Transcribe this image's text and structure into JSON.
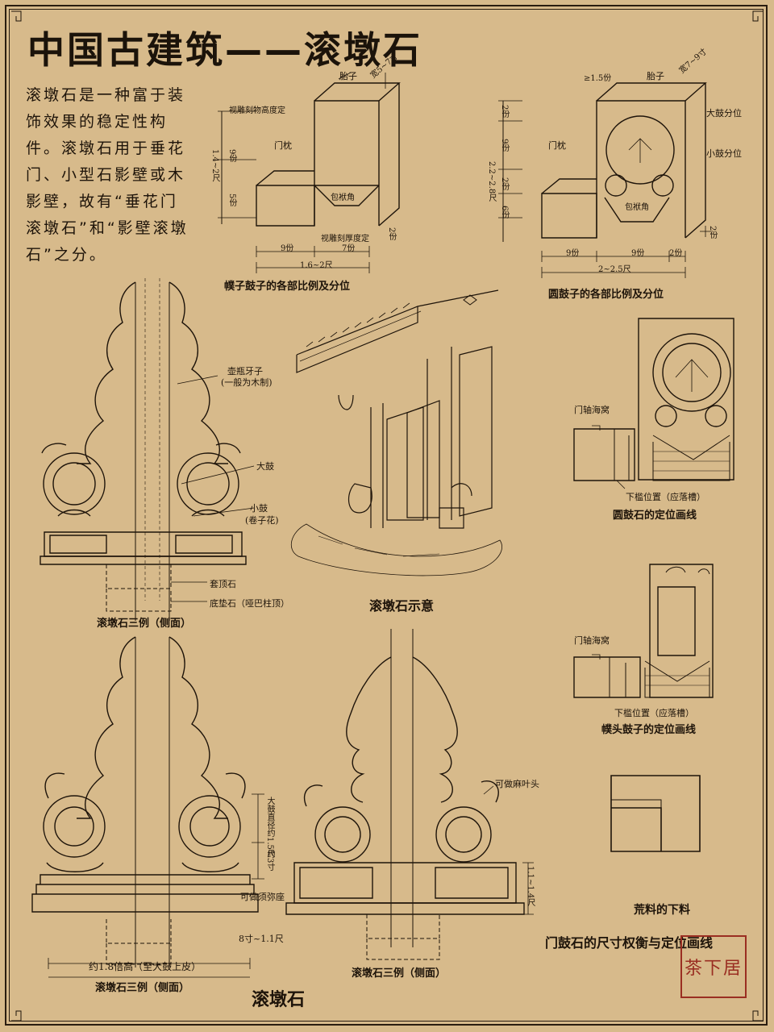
{
  "title": "中国古建筑——滚墩石",
  "intro": "滚墩石是一种富于装饰效果的稳定性构件。滚墩石用于垂花门、小型石影壁或木影壁，故有“垂花门滚墩石”和“影壁滚墩石”之分。",
  "colors": {
    "paper": "#d7ba8b",
    "ink": "#1e140a",
    "seal": "#9a2e22"
  },
  "fig1": {
    "caption": "幞子鼓子的各部比例及分位",
    "labels": {
      "taizi": "胎子",
      "width": "宽5~7寸",
      "carve_depth": "视雕刻物高度定",
      "menzhen": "门枕",
      "baofu": "包袱角",
      "carve_thick": "视雕刻厚度定"
    },
    "dims": {
      "height": "1.4~2尺",
      "p9": "9份",
      "p5": "5份",
      "p2": "2份",
      "w9": "9份",
      "w7": "7份",
      "total": "1.6~2尺"
    }
  },
  "fig2": {
    "caption": "圆鼓子的各部比例及分位",
    "labels": {
      "taizi": "胎子",
      "width": "宽7~9寸",
      "ge15": "≥1.5份",
      "dagu": "大鼓分位",
      "xiaogu": "小鼓分位",
      "menzhen": "门枕",
      "baofu": "包袱角"
    },
    "dims": {
      "height": "2.2~2.8尺",
      "p2a": "2份",
      "p9": "9份",
      "p2b": "2份",
      "p6": "6份",
      "p2c": "2份",
      "w9a": "9份",
      "w9b": "9份",
      "w2": "2份",
      "total": "2~2.5尺"
    }
  },
  "fig3": {
    "caption": "滚墩石三例（侧面）",
    "labels": {
      "yaping": "壶瓶牙子",
      "yaping_sub": "(一般为木制)",
      "dagu": "大鼓",
      "xiaogu": "小鼓",
      "xiaogu_sub": "(卷子花)",
      "taoding": "套顶石",
      "didian": "底垫石（哑巴柱顶）"
    }
  },
  "fig4": {
    "caption": "滚墩石示意"
  },
  "fig5": {
    "labels": {
      "haiwo": "门轴海窝",
      "xiakan": "下槛位置（应落槽）"
    },
    "caption": "圆鼓石的定位画线"
  },
  "fig6": {
    "labels": {
      "haiwo": "门轴海窝",
      "xiakan": "下槛位置（应落槽）"
    },
    "caption": "幞头鼓子的定位画线"
  },
  "fig7": {
    "labels": {
      "dagu_dia": "大鼓直径约1.5尺",
      "thick3": "约3寸",
      "xumizuo": "可做须弥座",
      "size": "8寸~1.1尺",
      "height": "约1.8倍高（至大鼓上皮）"
    },
    "caption": "滚墩石三例（侧面）"
  },
  "fig8": {
    "labels": {
      "mayetou": "可做麻叶头",
      "height": "1.1~1.4尺"
    },
    "caption": "滚墩石三例（侧面）"
  },
  "fig9": {
    "caption": "荒料的下料"
  },
  "bottom_title": "门鼓石的尺寸权衡与定位画线",
  "footer_title": "滚墩石",
  "seal_text": "茶下居"
}
